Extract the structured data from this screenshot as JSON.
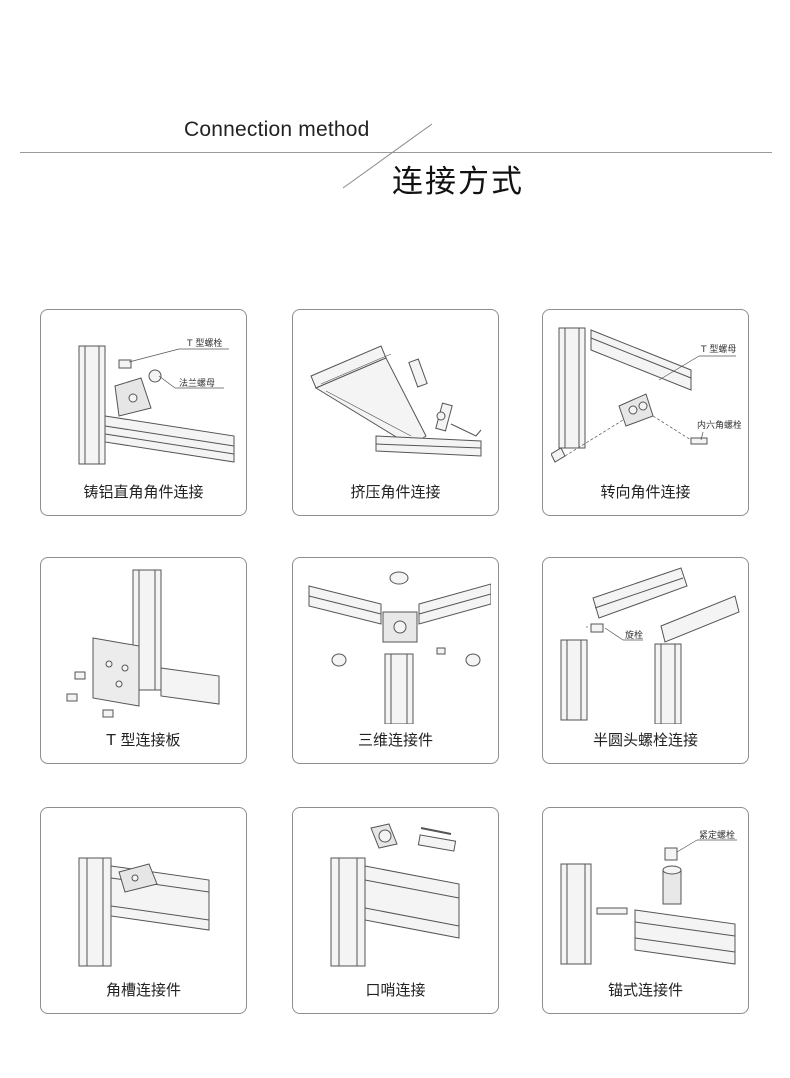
{
  "header": {
    "title_en": "Connection method",
    "title_cn": "连接方式"
  },
  "cards": [
    {
      "label": "铸铝直角角件连接",
      "callouts": [
        "T 型螺栓",
        "法兰螺母"
      ]
    },
    {
      "label": "挤压角件连接",
      "callouts": []
    },
    {
      "label": "转向角件连接",
      "callouts": [
        "T 型螺母",
        "内六角螺栓"
      ]
    },
    {
      "label": "T 型连接板",
      "callouts": []
    },
    {
      "label": "三维连接件",
      "callouts": []
    },
    {
      "label": "半圆头螺栓连接",
      "callouts": [
        "旋栓"
      ]
    },
    {
      "label": "角槽连接件",
      "callouts": []
    },
    {
      "label": "口哨连接",
      "callouts": []
    },
    {
      "label": "锚式连接件",
      "callouts": [
        "紧定螺栓"
      ]
    }
  ]
}
